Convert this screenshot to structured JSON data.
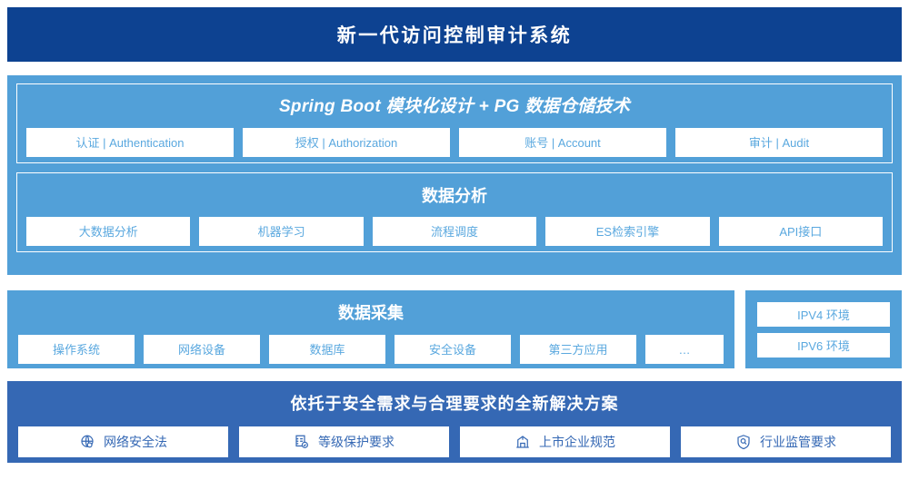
{
  "header": {
    "title": "新一代访问控制审计系统"
  },
  "platform": {
    "springboot": {
      "title": "Spring Boot 模块化设计 + PG 数据仓储技术",
      "chips": [
        {
          "label": "认证 | Authentication"
        },
        {
          "label": "授权 | Authorization"
        },
        {
          "label": "账号 | Account"
        },
        {
          "label": "审计 | Audit"
        }
      ]
    },
    "analysis": {
      "title": "数据分析",
      "chips": [
        {
          "label": "大数据分析"
        },
        {
          "label": "机器学习"
        },
        {
          "label": "流程调度"
        },
        {
          "label": "ES检索引擎"
        },
        {
          "label": "API接口"
        }
      ]
    }
  },
  "collection": {
    "title": "数据采集",
    "chips": [
      {
        "label": "操作系统"
      },
      {
        "label": "网络设备"
      },
      {
        "label": "数据库"
      },
      {
        "label": "安全设备"
      },
      {
        "label": "第三方应用"
      },
      {
        "label": "…"
      }
    ]
  },
  "ip_environment": {
    "items": [
      {
        "label": "IPV4 环境"
      },
      {
        "label": "IPV6 环境"
      }
    ]
  },
  "compliance": {
    "title": "依托于安全需求与合理要求的全新解决方案",
    "chips": [
      {
        "label": "网络安全法",
        "icon": "globe-icon"
      },
      {
        "label": "等级保护要求",
        "icon": "document-check-icon"
      },
      {
        "label": "上市企业规范",
        "icon": "bank-icon"
      },
      {
        "label": "行业监管要求",
        "icon": "shield-search-icon"
      }
    ]
  },
  "colors": {
    "header_blue": "#0d4291",
    "panel_blue": "#52a0d8",
    "panel_dark_blue": "#3568b4",
    "chip_text_blue": "#5aa8df",
    "chip_text_dark_blue": "#3568b4",
    "white": "#ffffff"
  }
}
